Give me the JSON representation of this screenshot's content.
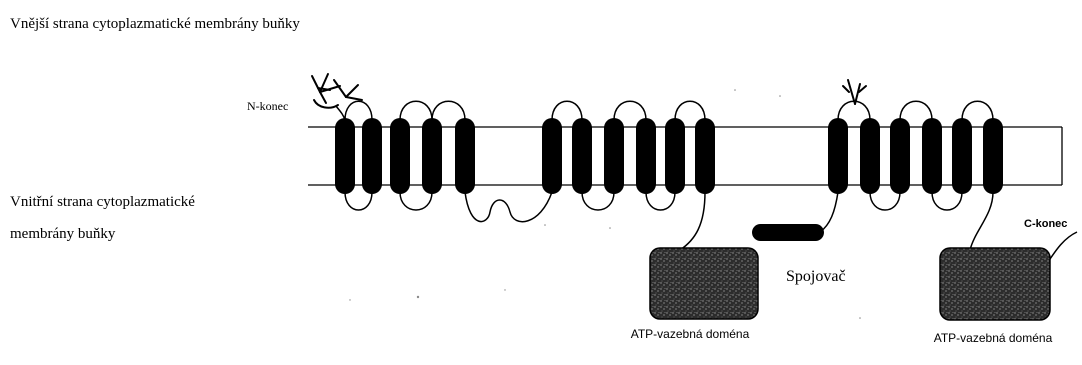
{
  "labels": {
    "outside": "Vnější strana cytoplazmatické membrány buňky",
    "inside": "Vnitřní strana cytoplazmatické membrány buňky",
    "n_terminus": "N-konec",
    "c_terminus": "C-konec",
    "linker": "Spojovač",
    "atp_domain_1": "ATP-vazebná doména",
    "atp_domain_2": "ATP-vazebná doména"
  },
  "structure": {
    "halves": 2,
    "transmembrane_helices_per_half": 6,
    "glycosylation_sites": [
      "N-konec",
      "první extracelulární smyčka druhé poloviny"
    ]
  },
  "colors": {
    "line": "#000000",
    "helix": "#000000",
    "domain_fill": "#3a3a3a"
  }
}
